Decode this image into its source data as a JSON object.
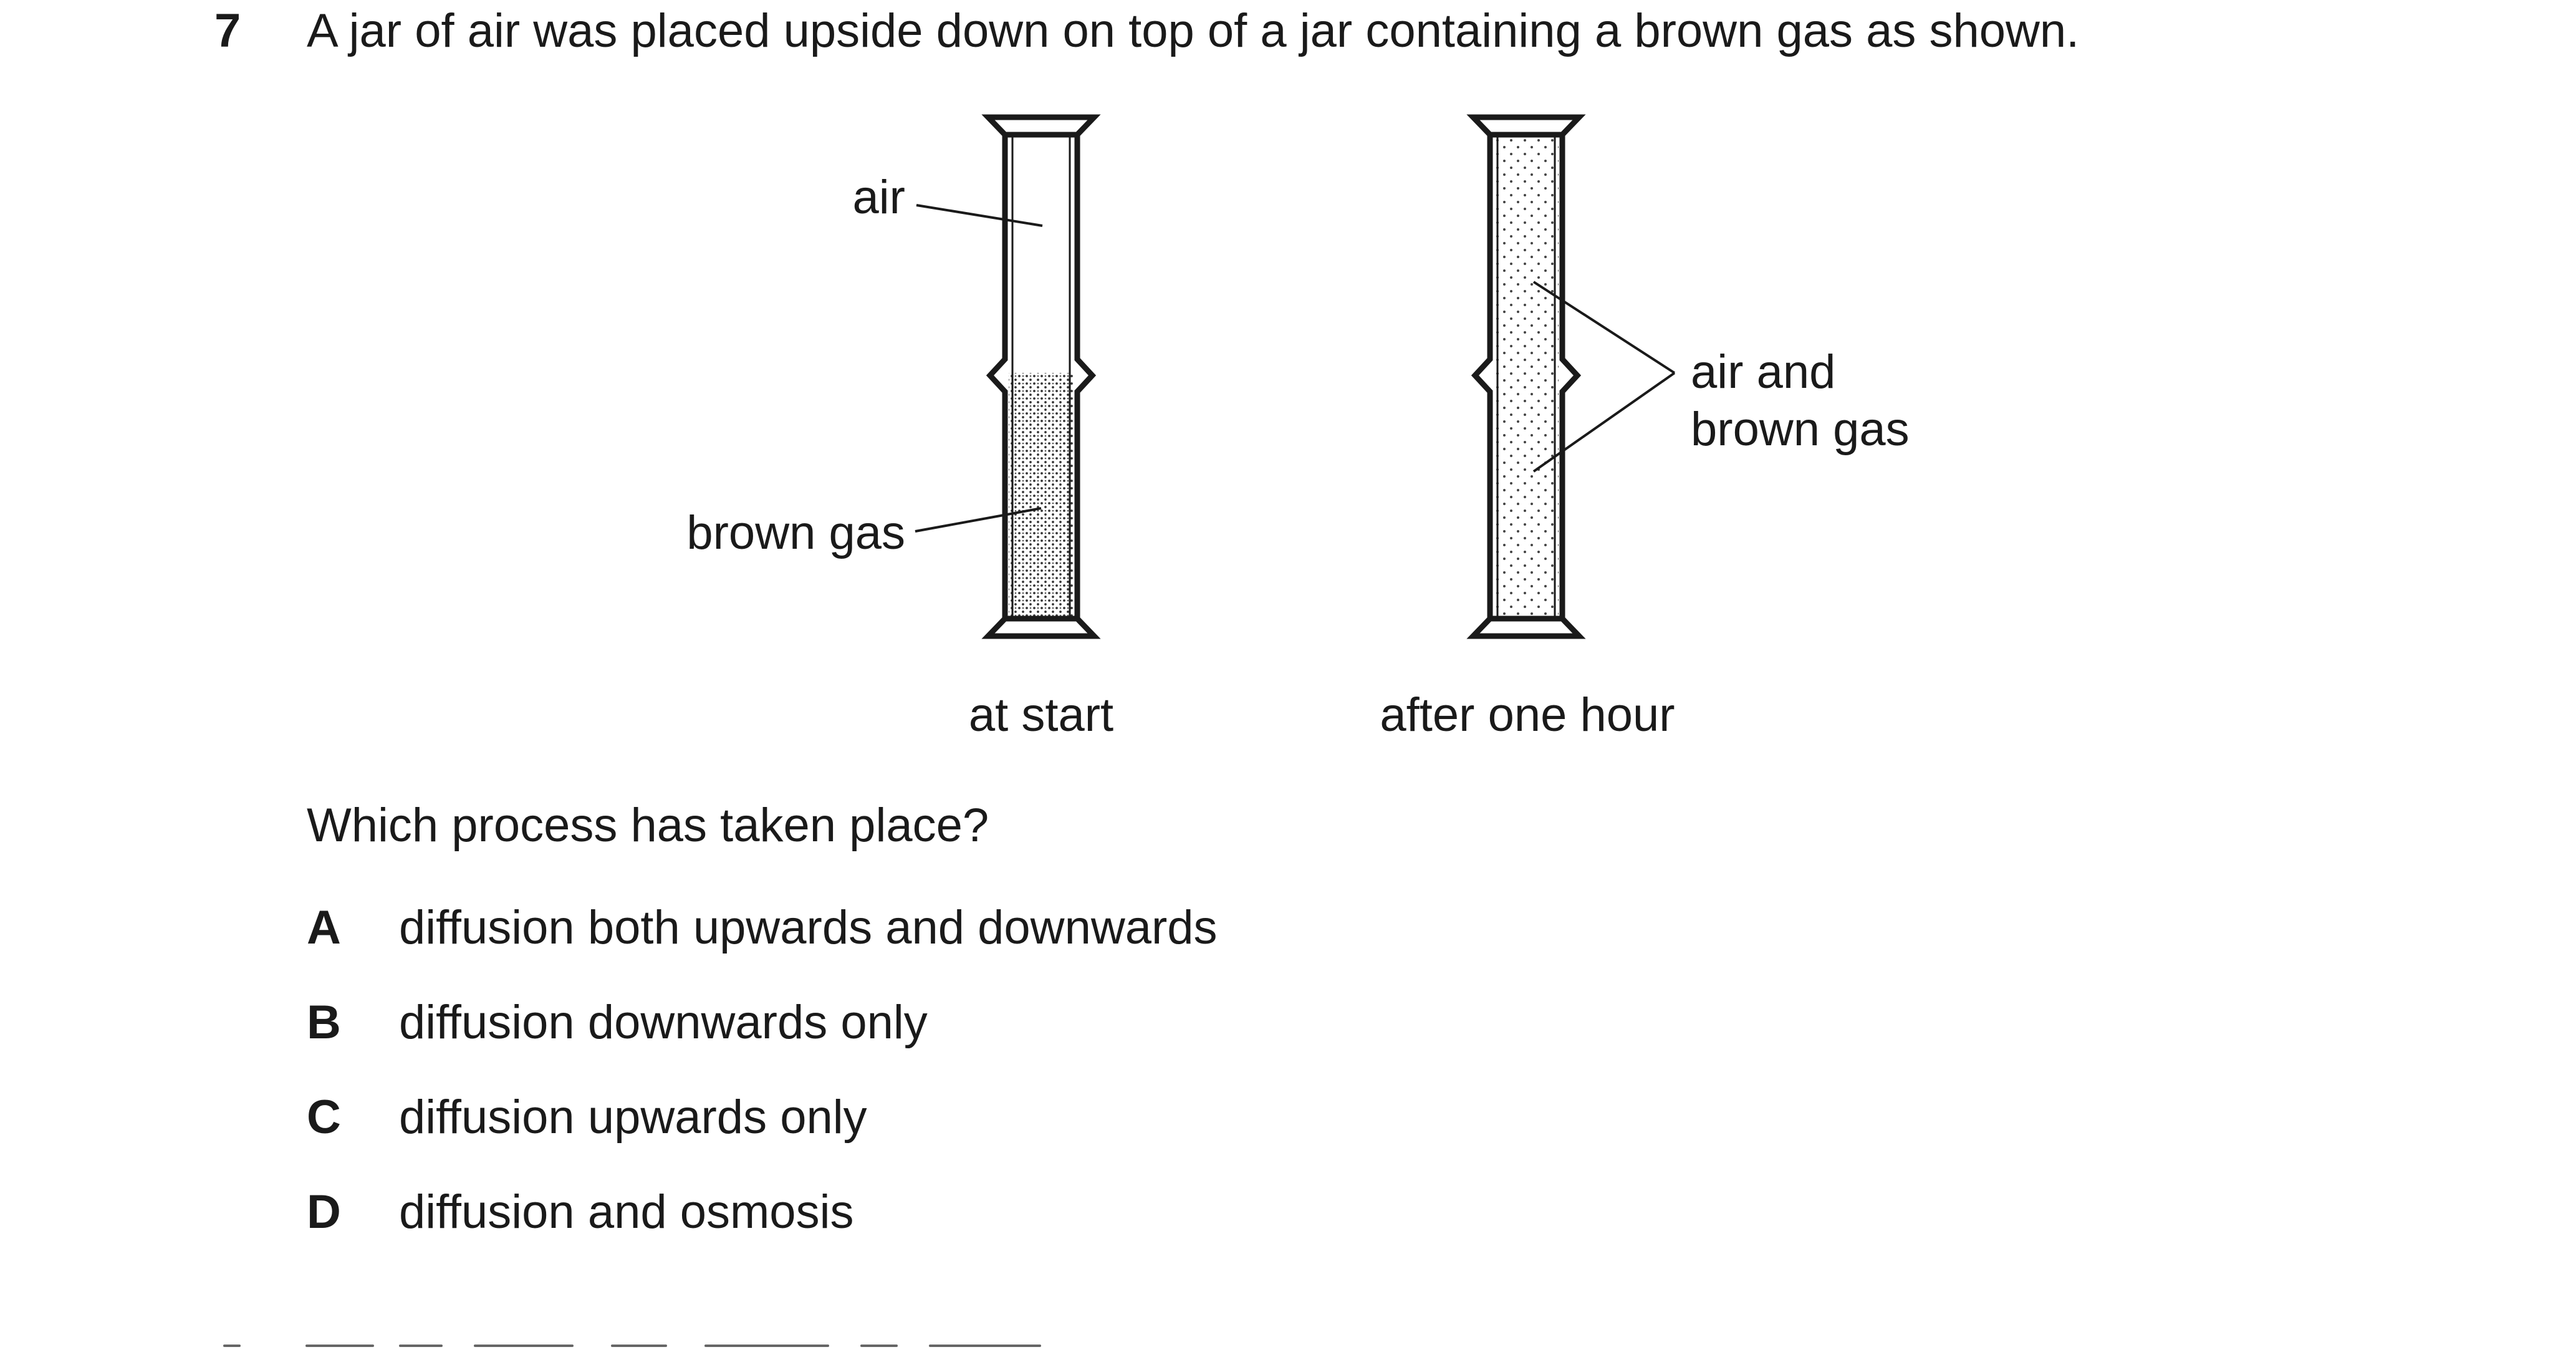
{
  "question": {
    "number": "7",
    "stem": "A jar of air was placed upside down on top of a jar containing a brown gas as shown.",
    "prompt": "Which process has taken place?"
  },
  "figure": {
    "label_air": "air",
    "label_brown_gas": "brown gas",
    "label_mixed_line1": "air and",
    "label_mixed_line2": "brown gas",
    "caption_start": "at start",
    "caption_after": "after one hour"
  },
  "options": [
    {
      "letter": "A",
      "text": "diffusion both upwards and downwards"
    },
    {
      "letter": "B",
      "text": "diffusion downwards only"
    },
    {
      "letter": "C",
      "text": "diffusion upwards only"
    },
    {
      "letter": "D",
      "text": "diffusion and osmosis"
    }
  ]
}
